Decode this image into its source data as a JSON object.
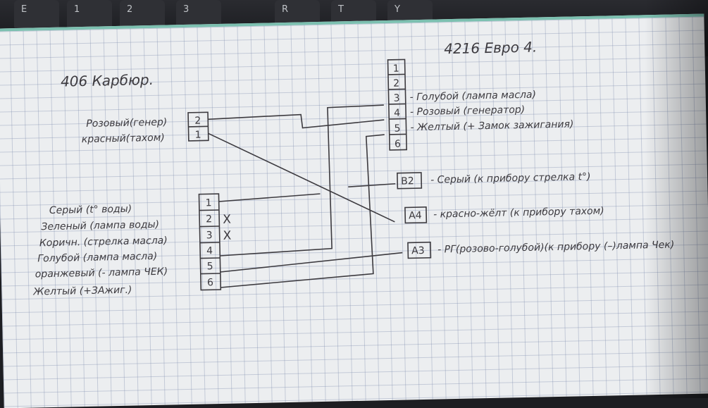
{
  "keyboard_keys": [
    "E",
    "1",
    "2",
    "3",
    "R",
    "T",
    "Y"
  ],
  "notes": {
    "left_title": "406 Карбюр.",
    "right_title": "4216 Евро 4.",
    "connector_top": {
      "pins": [
        "2",
        "1"
      ],
      "labels": [
        "Розовый(генер)",
        "красный(тахом)"
      ]
    },
    "connector_bottom": {
      "pins": [
        "1",
        "2",
        "3",
        "4",
        "5",
        "6"
      ],
      "labels": [
        "Серый (t° воды)",
        "Зеленый (лампа воды)",
        "Коричн. (стрелка масла)",
        "Голубой (лампа масла)",
        "оранжевый (- лампа ЧЕК)",
        "Желтый (+ЗАжиг.)"
      ],
      "marks": [
        "X",
        "X"
      ]
    },
    "connector_right": {
      "pins": [
        "1",
        "2",
        "3",
        "4",
        "5",
        "6"
      ],
      "labels": [
        "- Голубой (лампа масла)",
        "- Розовый (генератор)",
        "- Желтый (+ Замок зажигания)"
      ]
    },
    "plugs": [
      {
        "pin": "В2",
        "label": "- Серый (к прибору стрелка t°)"
      },
      {
        "pin": "А4",
        "label": "- красно-жёлт (к прибору тахом)"
      },
      {
        "pin": "А3",
        "label": "- РГ(розово-голубой)(к прибору (–)лампа Чек)"
      }
    ]
  }
}
